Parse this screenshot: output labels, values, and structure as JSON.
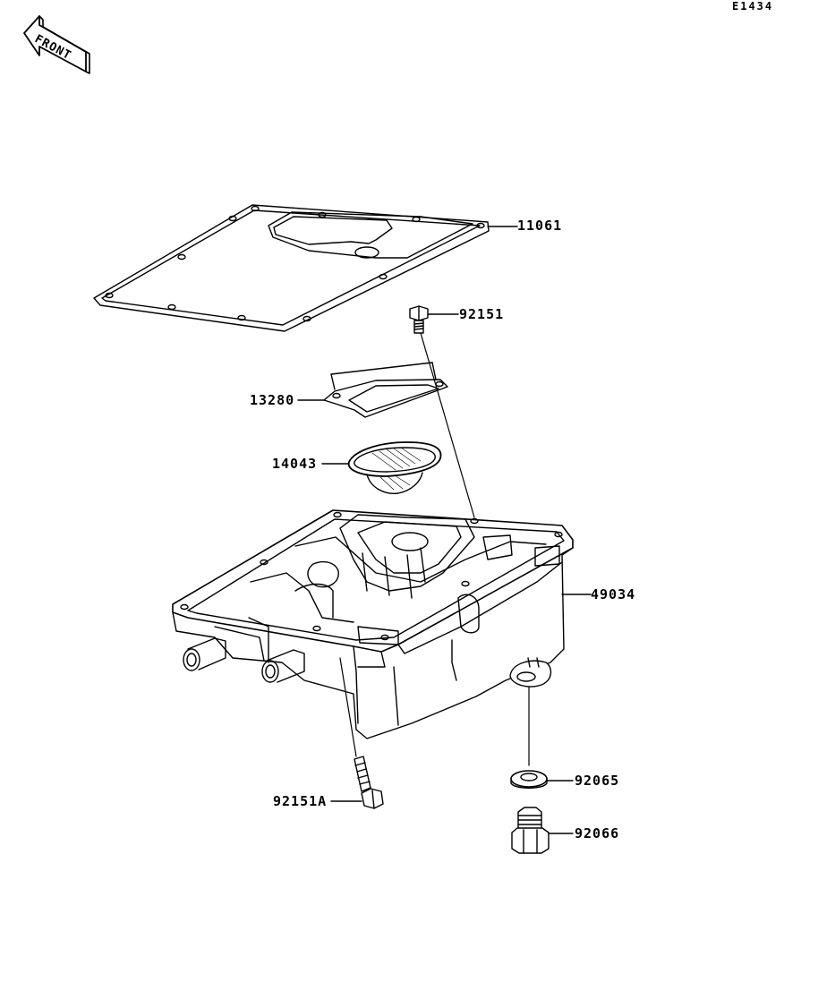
{
  "diagram": {
    "ref_code": "E1434",
    "front_arrow_label": "FRONT",
    "parts": [
      {
        "id": "gasket",
        "number": "11061"
      },
      {
        "id": "bolt-top",
        "number": "92151"
      },
      {
        "id": "plate",
        "number": "13280"
      },
      {
        "id": "strainer",
        "number": "14043"
      },
      {
        "id": "oil-pan",
        "number": "49034"
      },
      {
        "id": "washer",
        "number": "92065"
      },
      {
        "id": "drain-plug",
        "number": "92066"
      },
      {
        "id": "bolt-bottom",
        "number": "92151A"
      }
    ]
  }
}
